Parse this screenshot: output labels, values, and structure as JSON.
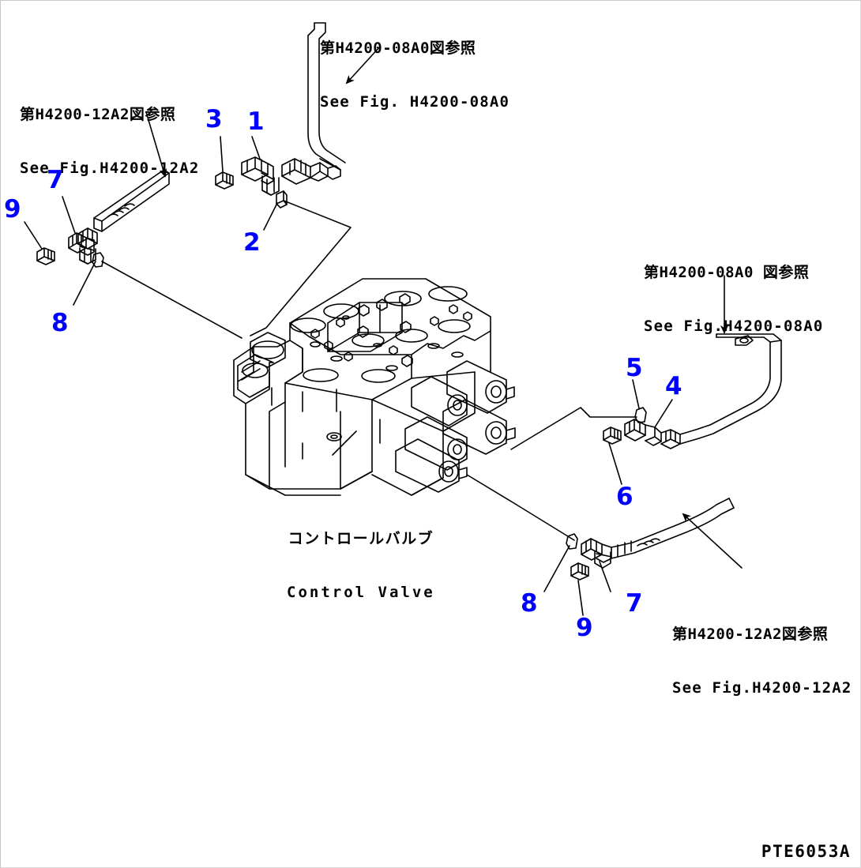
{
  "drawing": {
    "number": "PTE6053A",
    "title_jp": "コントロールバルブ",
    "title_en": "Control Valve"
  },
  "references": [
    {
      "id": "ref-top",
      "jp": "第H4200-08A0図参照",
      "en": "See Fig. H4200-08A0"
    },
    {
      "id": "ref-upper-left",
      "jp": "第H4200-12A2図参照",
      "en": "See Fig.H4200-12A2"
    },
    {
      "id": "ref-right",
      "jp": "第H4200-08A0 図参照",
      "en": "See Fig.H4200-08A0"
    },
    {
      "id": "ref-bottom-right",
      "jp": "第H4200-12A2図参照",
      "en": "See Fig.H4200-12A2"
    }
  ],
  "callouts": [
    {
      "id": "callout-9-left",
      "label": "9"
    },
    {
      "id": "callout-7-left",
      "label": "7"
    },
    {
      "id": "callout-8-left",
      "label": "8"
    },
    {
      "id": "callout-3",
      "label": "3"
    },
    {
      "id": "callout-1",
      "label": "1"
    },
    {
      "id": "callout-2",
      "label": "2"
    },
    {
      "id": "callout-5",
      "label": "5"
    },
    {
      "id": "callout-4",
      "label": "4"
    },
    {
      "id": "callout-6",
      "label": "6"
    },
    {
      "id": "callout-8-right",
      "label": "8"
    },
    {
      "id": "callout-9-right",
      "label": "9"
    },
    {
      "id": "callout-7-right",
      "label": "7"
    }
  ],
  "colors": {
    "callout_blue": "#0000FF",
    "line_black": "#000000",
    "background": "#FFFFFF",
    "frame_gray": "#C8C8C8"
  }
}
